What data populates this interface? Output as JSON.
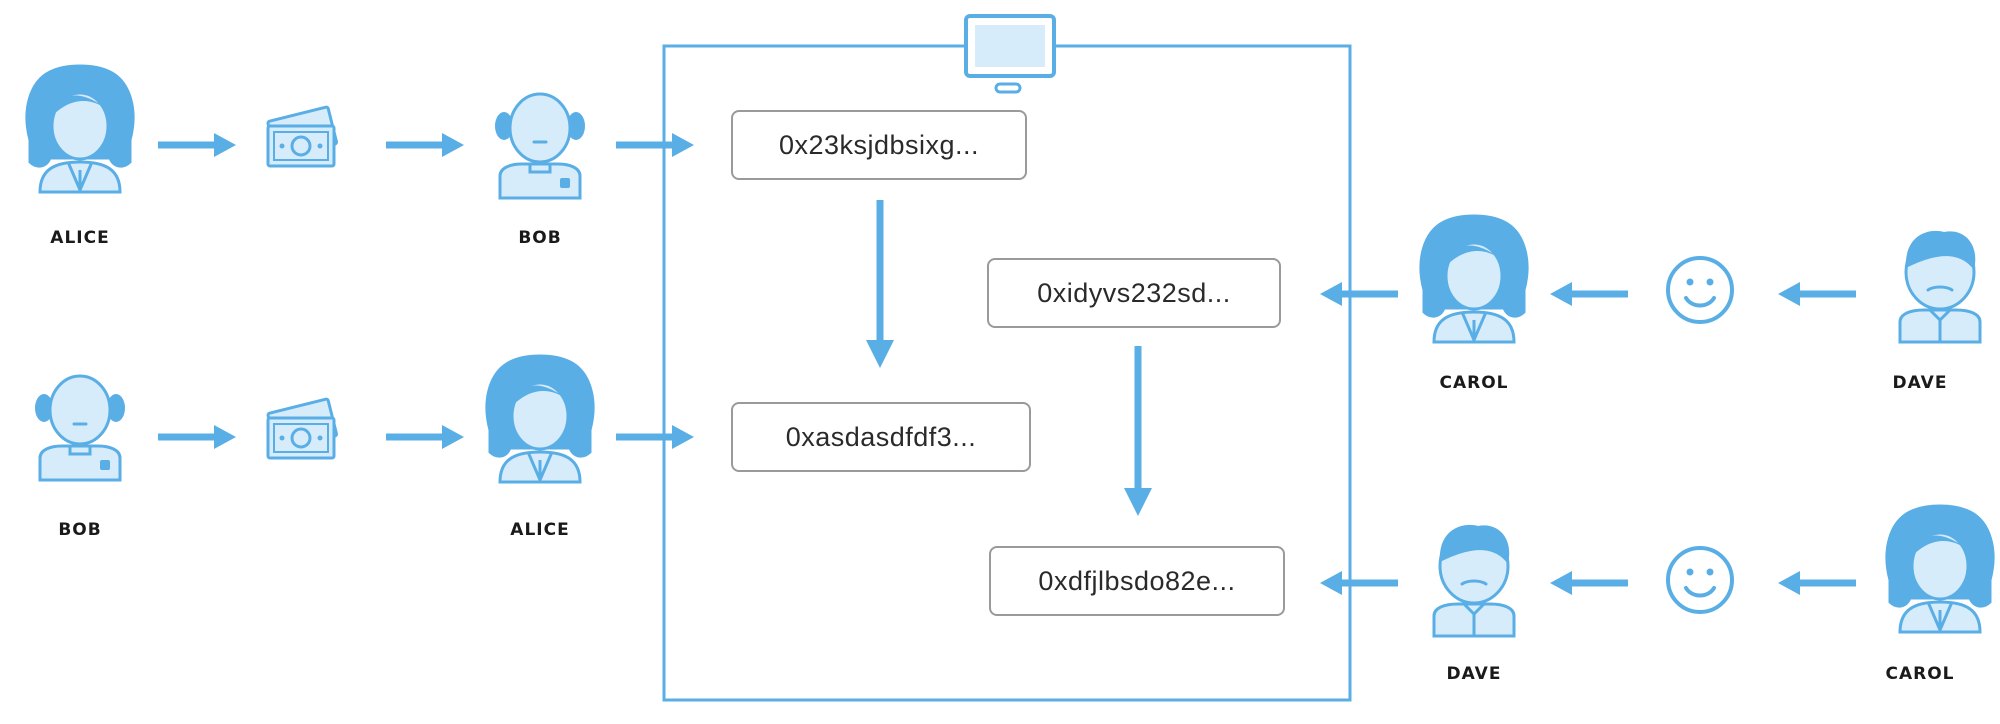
{
  "hashes": {
    "h1": "0x23ksjdbsixg...",
    "h2": "0xasdasdfdf3...",
    "h3": "0xidyvs232sd...",
    "h4": "0xdfjlbsdo82e..."
  },
  "people": {
    "r1_sender": "ALICE",
    "r1_receiver": "BOB",
    "r2_sender": "BOB",
    "r2_receiver": "ALICE",
    "r3_receiver": "CAROL",
    "r3_sender": "DAVE",
    "r4_receiver": "DAVE",
    "r4_sender": "CAROL"
  },
  "icons": {
    "woman": "woman-avatar-icon",
    "bald_man": "bald-man-avatar-icon",
    "man": "man-avatar-icon",
    "money": "banknotes-icon",
    "smiley": "smiley-icon",
    "computer": "computer-monitor-icon"
  },
  "colors": {
    "accent": "#5aaee6",
    "fill": "#d6ecfa",
    "hash_border": "#9a9a9a"
  }
}
